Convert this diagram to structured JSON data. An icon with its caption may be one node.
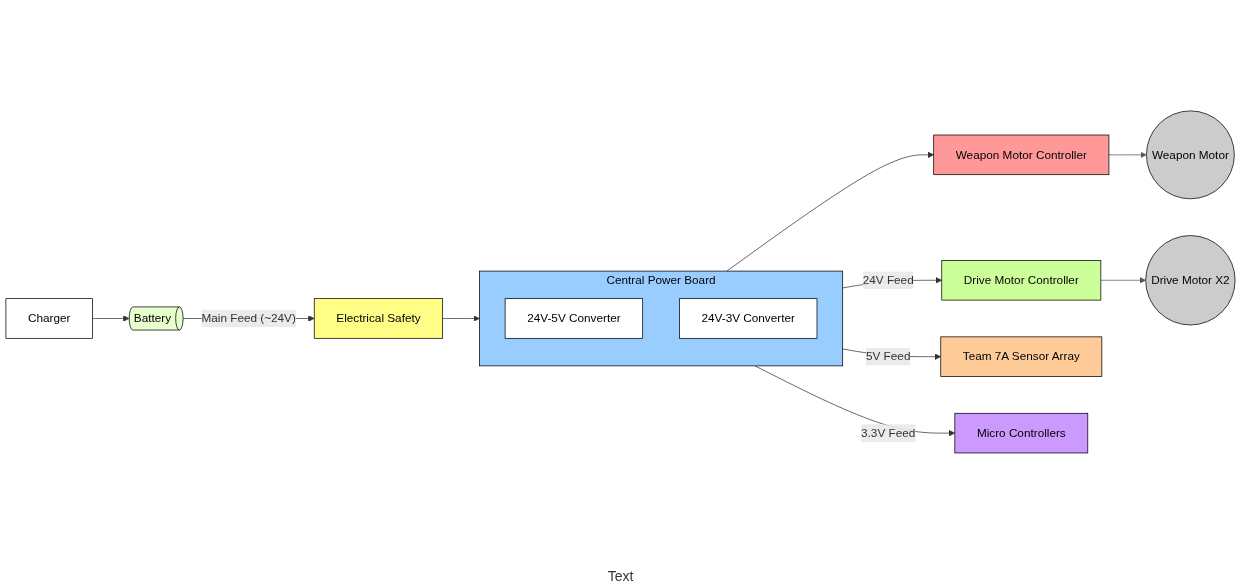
{
  "diagram": {
    "nodes": [
      {
        "text": [
          "Charger"
        ]
      },
      {
        "text": [
          "Battery"
        ]
      },
      {
        "text": [
          "Electrical Safety"
        ]
      },
      {
        "text": [
          "Central Power Board"
        ]
      },
      {
        "text": [
          "24V-5V Converter"
        ],
        "in": 3
      },
      {
        "text": [
          "24V-3V Converter"
        ],
        "in": 3
      },
      {
        "text": [
          "Weapon Motor Controller"
        ]
      },
      {
        "text": [
          "Drive Motor Controller"
        ]
      },
      {
        "text": [
          "Team 7A Sensor Array"
        ]
      },
      {
        "text": [
          "Micro Controllers"
        ]
      },
      {
        "text": [
          "Weapon Motor"
        ]
      },
      {
        "text": [
          "Drive Motor X2"
        ]
      }
    ],
    "edges": [
      {
        "from": 0,
        "to": 1,
        "arrow": "to"
      },
      {
        "from": 1,
        "to": 2,
        "arrow": "to",
        "label": "Main Feed (~24V)"
      },
      {
        "from": 2,
        "to": 3,
        "arrow": "to"
      },
      {
        "from": 3,
        "to": 6,
        "arrow": "to"
      },
      {
        "from": 3,
        "to": 7,
        "arrow": "to",
        "label": "24V Feed"
      },
      {
        "from": 3,
        "to": 8,
        "arrow": "to",
        "label": "5V Feed"
      },
      {
        "from": 3,
        "to": 9,
        "arrow": "to",
        "label": "3.3V Feed"
      },
      {
        "from": 6,
        "to": 10,
        "arrow": "to",
        "color": "#555555"
      },
      {
        "from": 7,
        "to": 11,
        "arrow": "to",
        "color": "#555555"
      }
    ],
    "labels": [
      "Text"
    ]
  }
}
